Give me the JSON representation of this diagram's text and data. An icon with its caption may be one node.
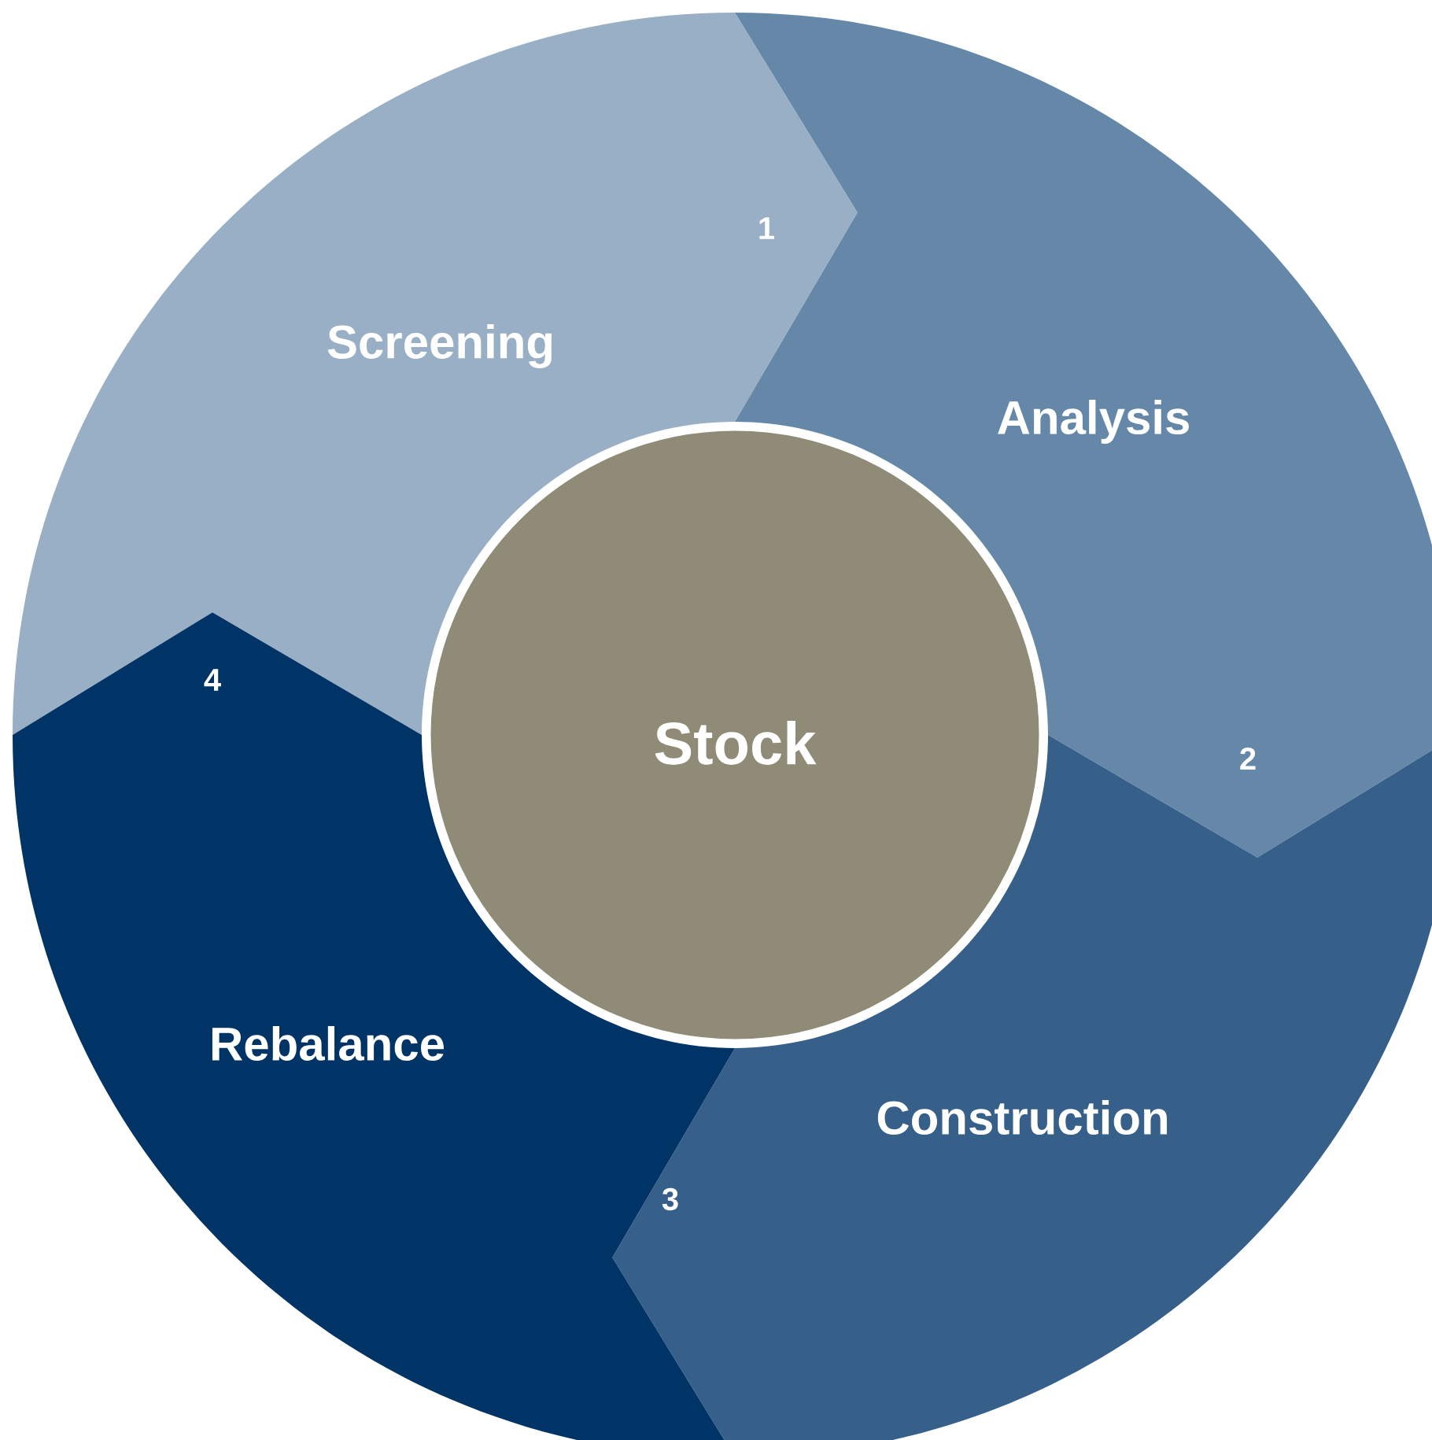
{
  "diagram": {
    "nodes": [
      {
        "text": [
          "Stock"
        ]
      },
      {
        "text": [
          "Screening",
          "1"
        ]
      },
      {
        "text": [
          "Analysis",
          "2"
        ]
      },
      {
        "text": [
          "Construction",
          "3"
        ]
      },
      {
        "text": [
          "4",
          "Rebalance"
        ]
      }
    ]
  }
}
